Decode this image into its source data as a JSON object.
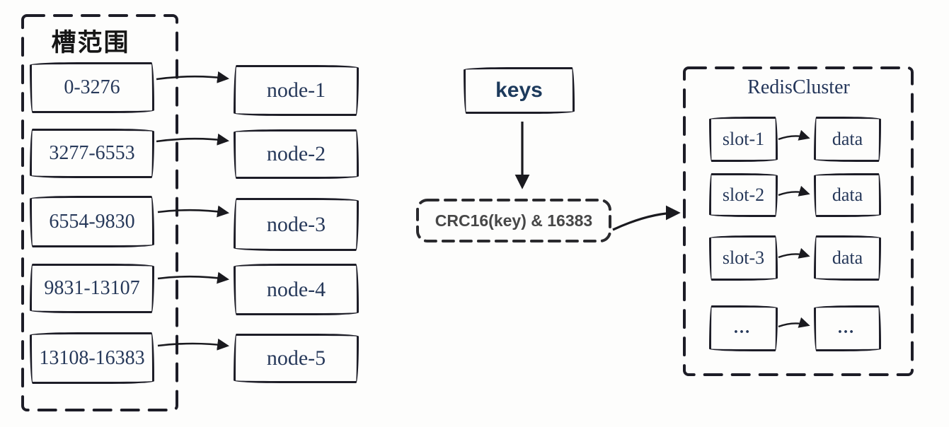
{
  "diagram": {
    "left_panel": {
      "title": "槽范围",
      "slots": [
        {
          "range": "0-3276",
          "node": "node-1"
        },
        {
          "range": "3277-6553",
          "node": "node-2"
        },
        {
          "range": "6554-9830",
          "node": "node-3"
        },
        {
          "range": "9831-13107",
          "node": "node-4"
        },
        {
          "range": "13108-16383",
          "node": "node-5"
        }
      ]
    },
    "flow": {
      "keys_label": "keys",
      "hash_label": "CRC16(key) & 16383"
    },
    "cluster": {
      "title": "RedisCluster",
      "rows": [
        {
          "slot": "slot-1",
          "data": "data"
        },
        {
          "slot": "slot-2",
          "data": "data"
        },
        {
          "slot": "slot-3",
          "data": "data"
        },
        {
          "slot": "…",
          "data": "…"
        }
      ]
    },
    "colors": {
      "ink": "#1d1d27",
      "text_navy": "#27395a",
      "keys_navy": "#1d3a5c",
      "hash_gray": "#474747",
      "background": "#fdfdfc"
    }
  }
}
